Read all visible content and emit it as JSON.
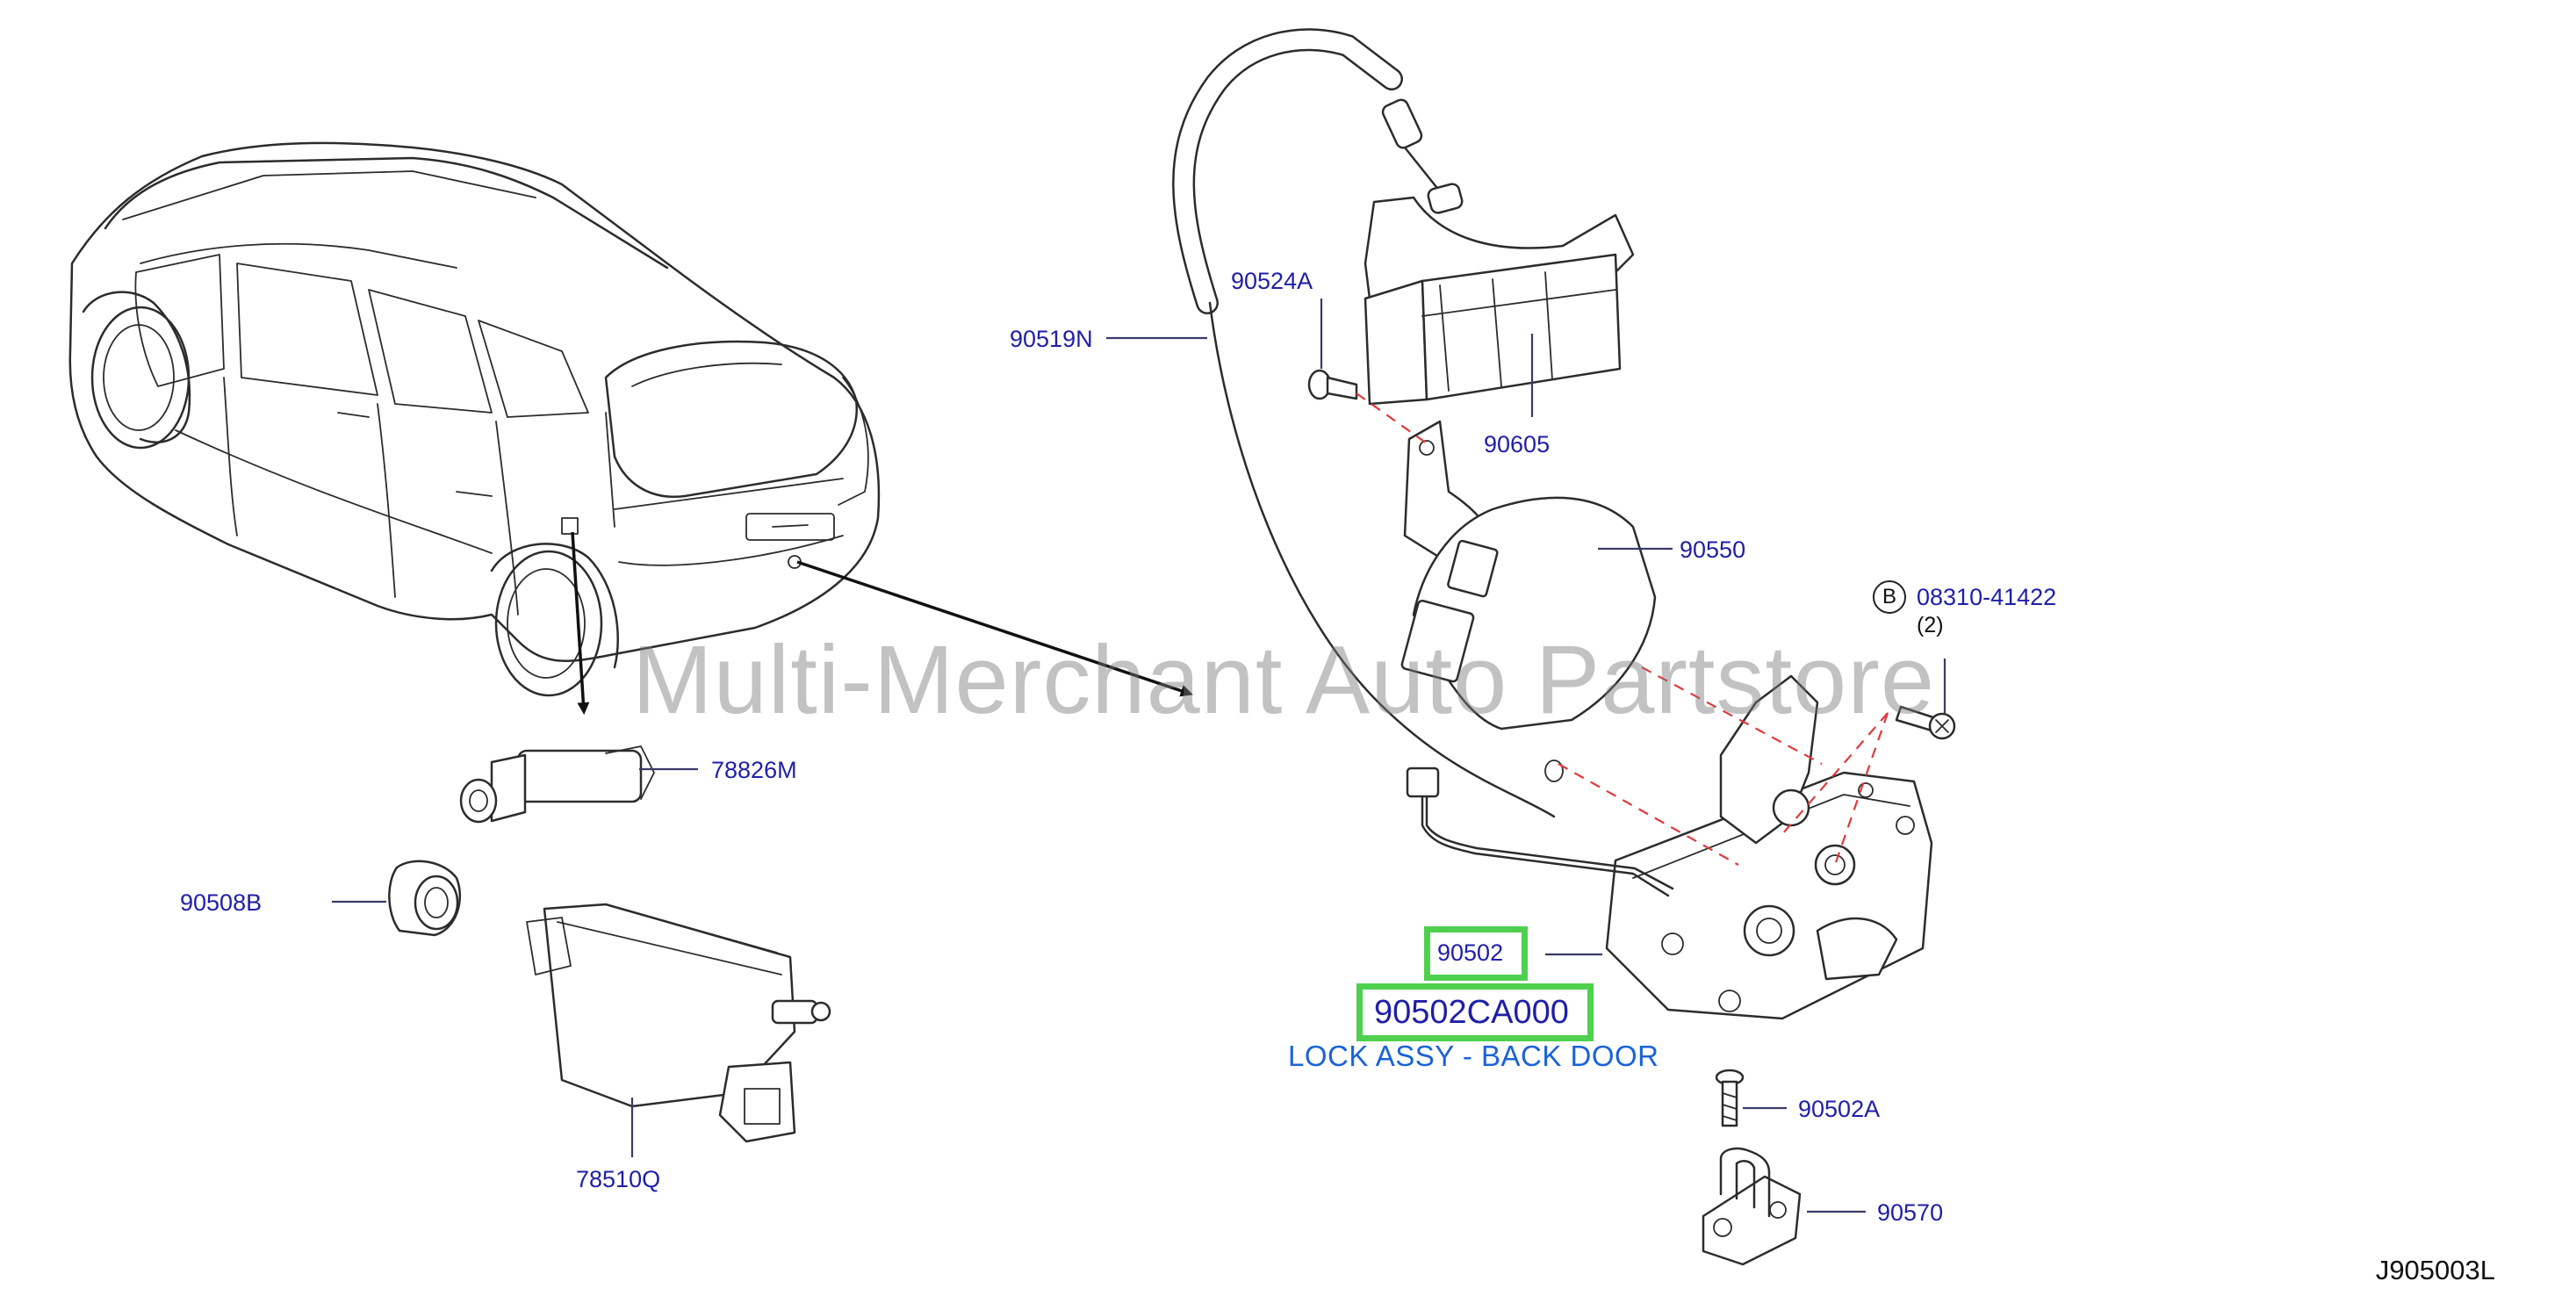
{
  "watermark": "Multi-Merchant Auto Partstore",
  "diagram_code": "J905003L",
  "labels": {
    "p90519N": "90519N",
    "p90524A": "90524A",
    "p90605": "90605",
    "p90550": "90550",
    "p08310": "08310-41422",
    "p08310_bolt_marker": "B",
    "p08310_qty": "(2)",
    "p78826M": "78826M",
    "p90508B": "90508B",
    "p78510Q": "78510Q",
    "p90502": "90502",
    "p90502_part_number": "90502CA000",
    "p90502_description": "LOCK ASSY - BACK DOOR",
    "p90502A": "90502A",
    "p90570": "90570"
  },
  "highlight_color": "#4fd04f",
  "label_color": "#1f1fa8",
  "description_color": "#1a63d8",
  "callout_line_color": "#e0393c"
}
